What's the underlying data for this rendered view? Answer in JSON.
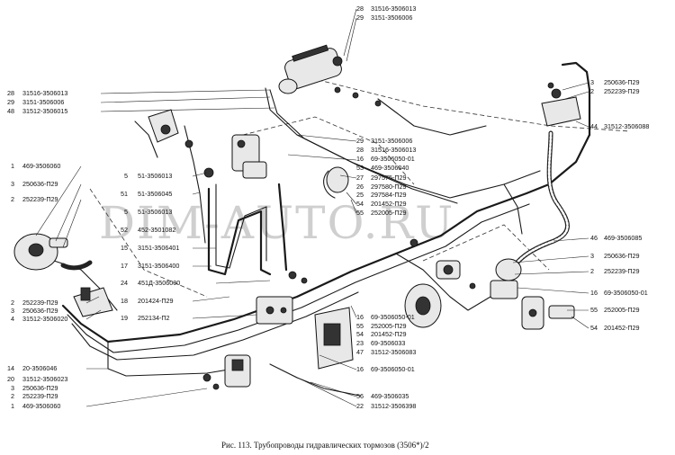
{
  "watermark": "DIM-AUTO.RU",
  "caption": "Рис. 113. Трубопроводы гидравлических тормозов (3506*)/2",
  "left_callouts": [
    {
      "num": "28",
      "code": "31516-3506013"
    },
    {
      "num": "29",
      "code": "3151-3506006"
    },
    {
      "num": "48",
      "code": "31512-3506015"
    },
    {
      "num": "1",
      "code": "469-3506060"
    },
    {
      "num": "3",
      "code": "250636-П29"
    },
    {
      "num": "2",
      "code": "252239-П29"
    },
    {
      "num": "2",
      "code": "252239-П29"
    },
    {
      "num": "3",
      "code": "250636-П29"
    },
    {
      "num": "4",
      "code": "31512-3506020"
    },
    {
      "num": "14",
      "code": "20-3506046"
    },
    {
      "num": "20",
      "code": "31512-3506023"
    },
    {
      "num": "3",
      "code": "250636-П29"
    },
    {
      "num": "2",
      "code": "252239-П29"
    },
    {
      "num": "1",
      "code": "469-3506060"
    }
  ],
  "mid_left_callouts": [
    {
      "num": "5",
      "code": "51-3506013"
    },
    {
      "num": "51",
      "code": "51-3506045"
    },
    {
      "num": "5",
      "code": "51-3506013"
    },
    {
      "num": "52",
      "code": "452-3501082"
    },
    {
      "num": "15",
      "code": "3151-3506401"
    },
    {
      "num": "17",
      "code": "3151-3506400"
    },
    {
      "num": "24",
      "code": "451Д-3506000"
    },
    {
      "num": "18",
      "code": "201424-П29"
    },
    {
      "num": "19",
      "code": "252134-П2"
    }
  ],
  "top_callouts": [
    {
      "num": "28",
      "code": "31516-3506013"
    },
    {
      "num": "29",
      "code": "3151-3506006"
    }
  ],
  "center_callouts": [
    {
      "num": "29",
      "code": "3151-3506006"
    },
    {
      "num": "28",
      "code": "31516-3506013"
    },
    {
      "num": "16",
      "code": "69-3506050-01"
    },
    {
      "num": "53",
      "code": "469-3506040"
    },
    {
      "num": "27",
      "code": "297575-П29"
    },
    {
      "num": "26",
      "code": "297580-П29"
    },
    {
      "num": "25",
      "code": "297584-П29"
    },
    {
      "num": "54",
      "code": "201452-П29"
    },
    {
      "num": "55",
      "code": "252005-П29"
    }
  ],
  "bottom_center_callouts": [
    {
      "num": "16",
      "code": "69-3506050-01"
    },
    {
      "num": "55",
      "code": "252005-П29"
    },
    {
      "num": "54",
      "code": "201452-П29"
    },
    {
      "num": "23",
      "code": "69-3506033"
    },
    {
      "num": "47",
      "code": "31512-3506083"
    },
    {
      "num": "16",
      "code": "69-3506050-01"
    },
    {
      "num": "56",
      "code": "469-3506035"
    },
    {
      "num": "22",
      "code": "31512-3506398"
    }
  ],
  "right_callouts": [
    {
      "num": "3",
      "code": "250636-П29"
    },
    {
      "num": "2",
      "code": "252239-П29"
    },
    {
      "num": "44",
      "code": "31512-3506088"
    },
    {
      "num": "46",
      "code": "469-3506085"
    },
    {
      "num": "3",
      "code": "250636-П29"
    },
    {
      "num": "2",
      "code": "252239-П29"
    },
    {
      "num": "16",
      "code": "69-3506050-01"
    },
    {
      "num": "55",
      "code": "252005-П29"
    },
    {
      "num": "54",
      "code": "201452-П29"
    }
  ]
}
